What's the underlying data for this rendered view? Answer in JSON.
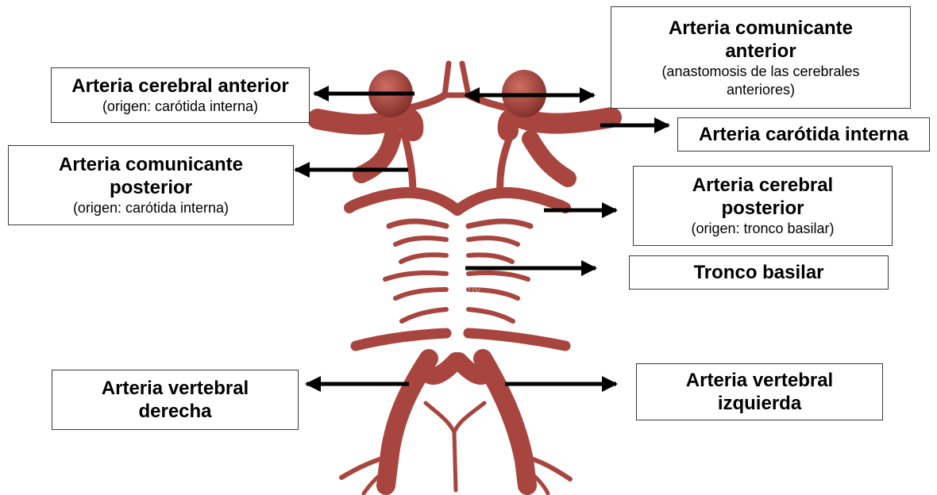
{
  "labels": {
    "cerebral_anterior": {
      "title": "Arteria cerebral anterior",
      "subtitle": "(origen: carótida interna)"
    },
    "comunicante_posterior": {
      "title_1": "Arteria comunicante",
      "title_2": "posterior",
      "subtitle": "(origen: carótida interna)"
    },
    "comunicante_anterior": {
      "title_1": "Arteria comunicante",
      "title_2": "anterior",
      "subtitle_1": "(anastomosis de las cerebrales",
      "subtitle_2": "anteriores)"
    },
    "carotida_interna": {
      "title": "Arteria carótida interna"
    },
    "cerebral_posterior": {
      "title_1": "Arteria cerebral",
      "title_2": "posterior",
      "subtitle": "(origen: tronco basilar)"
    },
    "tronco_basilar": {
      "title": "Tronco basilar"
    },
    "vertebral_derecha": {
      "title_1": "Arteria vertebral",
      "title_2": "derecha"
    },
    "vertebral_izquierda": {
      "title_1": "Arteria vertebral",
      "title_2": "izquierda"
    }
  },
  "watermark": "alamy",
  "colors": {
    "artery": "#a8453e",
    "artery_dark": "#7e2c27",
    "artery_light": "#c96a60",
    "arrow": "#000000",
    "border": "#3a3a3a"
  }
}
